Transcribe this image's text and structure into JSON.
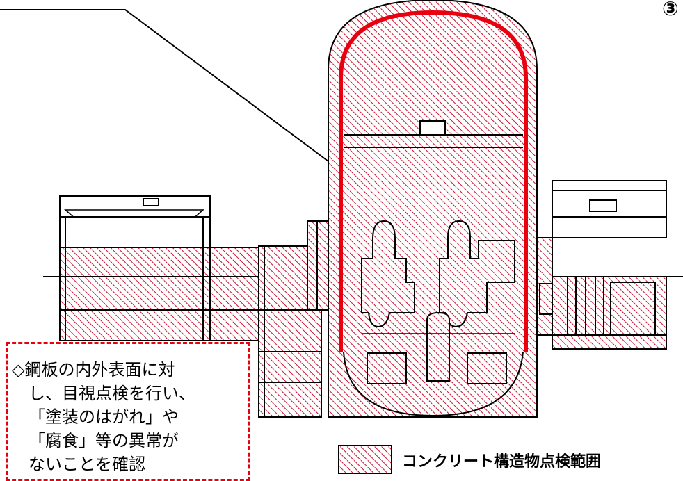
{
  "figure": {
    "number_label": "③",
    "note_lines": [
      "◇鋼板の内外表面に対",
      "し、目視点検を行い、",
      "「塗装のはがれ」や",
      "「腐食」等の異常が",
      "ないことを確認"
    ],
    "legend": {
      "label": "コンクリート構造物点検範囲"
    },
    "colors": {
      "hatch": "#c8102e",
      "steel_liner": "#e8000f",
      "note_border": "#e8000f",
      "outline": "#000000"
    }
  }
}
